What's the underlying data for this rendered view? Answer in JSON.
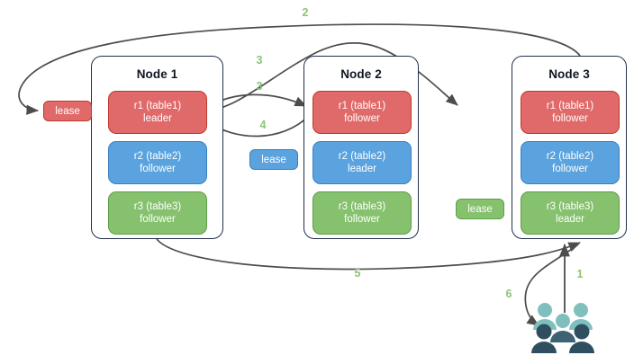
{
  "diagram": {
    "title": "raft-lease-distribution-diagram",
    "background": "#ffffff"
  },
  "colors": {
    "red_fill": "#e06a6a",
    "red_border": "#c0392b",
    "blue_fill": "#5aa3de",
    "blue_border": "#3a7fc1",
    "green_fill": "#86c16e",
    "green_border": "#5d9e4a",
    "node_border": "#22304a",
    "arrow": "#4d4d4d",
    "step_label": "#8cc474",
    "user_light": "#7fc0bf",
    "user_dark": "#2f4f60"
  },
  "nodes": [
    {
      "id": "node1",
      "title": "Node 1",
      "replicas": [
        {
          "name": "r1 (table1)",
          "role": "leader",
          "color": "red"
        },
        {
          "name": "r2 (table2)",
          "role": "follower",
          "color": "blue"
        },
        {
          "name": "r3 (table3)",
          "role": "follower",
          "color": "green"
        }
      ]
    },
    {
      "id": "node2",
      "title": "Node 2",
      "replicas": [
        {
          "name": "r1 (table1)",
          "role": "follower",
          "color": "red"
        },
        {
          "name": "r2 (table2)",
          "role": "leader",
          "color": "blue"
        },
        {
          "name": "r3 (table3)",
          "role": "follower",
          "color": "green"
        }
      ]
    },
    {
      "id": "node3",
      "title": "Node 3",
      "replicas": [
        {
          "name": "r1 (table1)",
          "role": "follower",
          "color": "red"
        },
        {
          "name": "r2 (table2)",
          "role": "follower",
          "color": "blue"
        },
        {
          "name": "r3 (table3)",
          "role": "leader",
          "color": "green"
        }
      ]
    }
  ],
  "leases": [
    {
      "id": "lease-red",
      "label": "lease",
      "color": "red"
    },
    {
      "id": "lease-blue",
      "label": "lease",
      "color": "blue"
    },
    {
      "id": "lease-green",
      "label": "lease",
      "color": "green"
    }
  ],
  "steps": [
    {
      "id": "step-1",
      "label": "1"
    },
    {
      "id": "step-2",
      "label": "2"
    },
    {
      "id": "step-3a",
      "label": "3"
    },
    {
      "id": "step-3b",
      "label": "3"
    },
    {
      "id": "step-4",
      "label": "4"
    },
    {
      "id": "step-5",
      "label": "5"
    },
    {
      "id": "step-6",
      "label": "6"
    }
  ],
  "icons": {
    "users": "users-icon"
  }
}
